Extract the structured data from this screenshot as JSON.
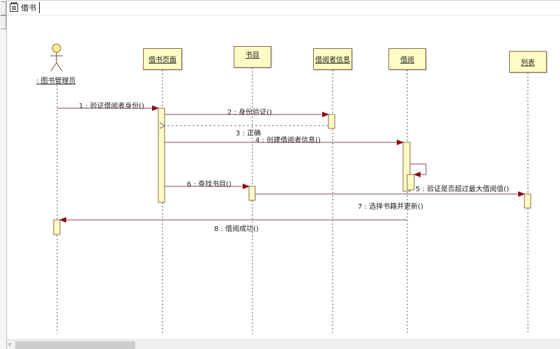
{
  "tab": {
    "title": "借书",
    "icon": "sequence-diagram-icon"
  },
  "colors": {
    "lifeline_box_fill": "#fefcc4",
    "lifeline_box_border": "#8b6b4e",
    "message_line": "#8b4a4a",
    "arrow_head": "#8b0a1a",
    "actor_head": "#fde98a"
  },
  "actor": {
    "label": ": 图书管理员"
  },
  "lifelines": [
    {
      "id": "page",
      "label": "借书页面"
    },
    {
      "id": "catalog",
      "label": "书目"
    },
    {
      "id": "reader",
      "label": "借阅者信息"
    },
    {
      "id": "borrow",
      "label": "借阅"
    },
    {
      "id": "list",
      "label": "列表"
    }
  ],
  "messages": [
    {
      "num": "1",
      "label": "1 : 验证借阅者身份()",
      "from": "图书管理员",
      "to": "借书页面",
      "type": "sync"
    },
    {
      "num": "2",
      "label": "2 : 身份验证()",
      "from": "借书页面",
      "to": "借阅者信息",
      "type": "sync"
    },
    {
      "num": "3",
      "label": "3 : 正确",
      "from": "借阅者信息",
      "to": "借书页面",
      "type": "return"
    },
    {
      "num": "4",
      "label": "4 : 创建借阅者信息()",
      "from": "借书页面",
      "to": "借阅",
      "type": "sync"
    },
    {
      "num": "5",
      "label": "5 : 验证是否超过最大借阅值()",
      "from": "借阅",
      "to": "借阅",
      "type": "self"
    },
    {
      "num": "6",
      "label": "6 : 查找书目()",
      "from": "借书页面",
      "to": "书目",
      "type": "sync"
    },
    {
      "num": "7",
      "label": "7 : 选择书籍并更新()",
      "from": "书目",
      "to": "列表",
      "type": "sync"
    },
    {
      "num": "8",
      "label": "8 : 借阅成功()",
      "from": "借阅",
      "to": "图书管理员",
      "type": "sync"
    }
  ],
  "scrollbar": {
    "left_arrow": "‹"
  }
}
